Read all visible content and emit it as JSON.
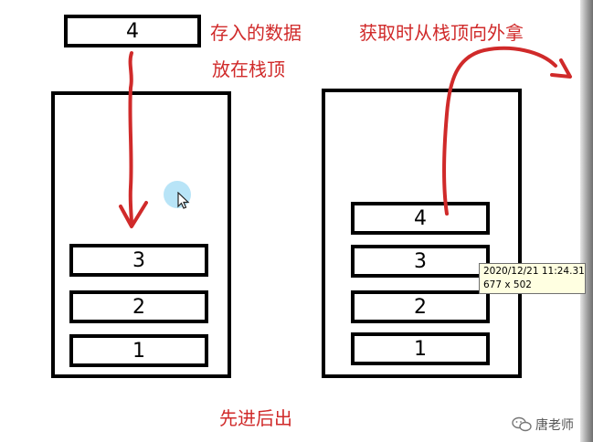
{
  "incoming_item": {
    "label": "4"
  },
  "left_stack": {
    "items": [
      "3",
      "2",
      "1"
    ]
  },
  "right_stack": {
    "items": [
      "4",
      "3",
      "2",
      "1"
    ]
  },
  "annotations": {
    "push_note_line1": "存入的数据",
    "push_note_line2": "放在栈顶",
    "pop_note": "获取时从栈顶向外拿",
    "principle": "先进后出"
  },
  "tooltip": {
    "line1": "2020/12/21 11:24.31",
    "line2": "677 x 502"
  },
  "watermark": {
    "text": "唐老师"
  },
  "colors": {
    "annotation_red": "#d02a2a",
    "outline": "#000000",
    "tooltip_bg": "#ffffe1"
  }
}
